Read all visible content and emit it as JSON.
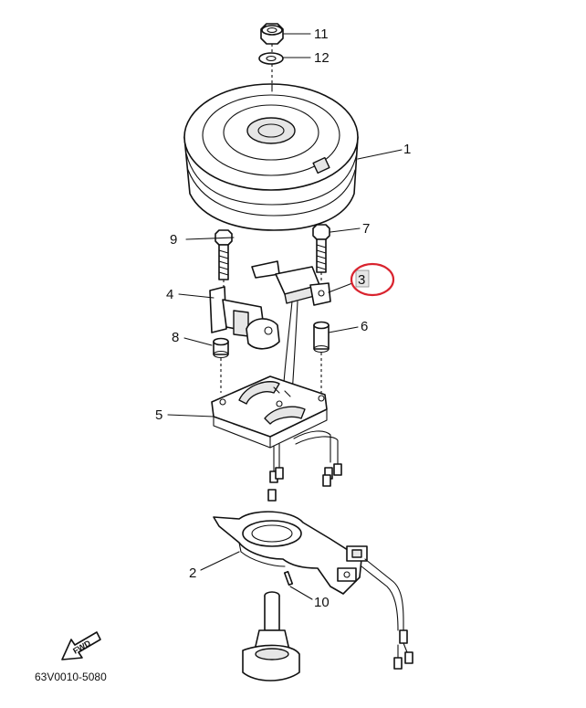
{
  "callouts": [
    {
      "id": "c1",
      "text": "1"
    },
    {
      "id": "c2",
      "text": "2"
    },
    {
      "id": "c3",
      "text": "3"
    },
    {
      "id": "c4",
      "text": "4"
    },
    {
      "id": "c5",
      "text": "5"
    },
    {
      "id": "c6",
      "text": "6"
    },
    {
      "id": "c7",
      "text": "7"
    },
    {
      "id": "c8",
      "text": "8"
    },
    {
      "id": "c9",
      "text": "9"
    },
    {
      "id": "c10",
      "text": "10"
    },
    {
      "id": "c11",
      "text": "11"
    },
    {
      "id": "c12",
      "text": "12"
    }
  ],
  "fwd_label": "FWD",
  "diagram_code": "63V0010-5080",
  "highlight": {
    "callout": "3",
    "color": "#d9232e"
  },
  "colors": {
    "line": "#111111",
    "highlight_box": "#e6e6e6"
  }
}
